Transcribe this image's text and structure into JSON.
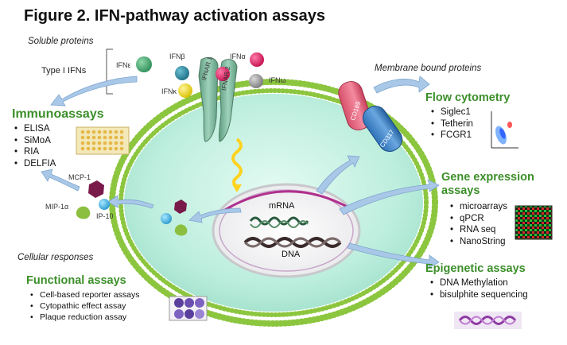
{
  "title": "Figure 2. IFN-pathway activation assays",
  "soluble_proteins": "Soluble proteins",
  "membrane_bound_proteins": "Membrane bound proteins",
  "type1_ifns": "Type I IFNs",
  "ifn_labels": {
    "ifne": "IFNε",
    "ifnb": "IFNβ",
    "ifnk": "IFNκ",
    "ifna": "IFNα",
    "ifnw": "IFNω"
  },
  "receptor": {
    "ifnar1": "IFNAR 1",
    "ifnar2": "IFNAR 2"
  },
  "markers": {
    "cd169": "CD169",
    "cd317": "CD317"
  },
  "nucleus": {
    "mrna": "mRNA",
    "dna": "DNA"
  },
  "cytokines": {
    "mcp1": "MCP-1",
    "mip1a": "MIP-1α",
    "ip10": "IP-10"
  },
  "cellular_responses": "Cellular responses",
  "immunoassays": {
    "heading": "Immunoassays",
    "items": [
      "ELISA",
      "SiMoA",
      "RIA",
      "DELFIA"
    ]
  },
  "flow_cytometry": {
    "heading": "Flow cytometry",
    "items": [
      "Siglec1",
      "Tetherin",
      "FCGR1"
    ]
  },
  "gene_expression": {
    "heading_line1": "Gene expression",
    "heading_line2": "assays",
    "items": [
      "microarrays",
      "qPCR",
      "RNA seq",
      "NanoString"
    ]
  },
  "epigenetic_assays": {
    "heading": "Epigenetic assays",
    "items": [
      "DNA Methylation",
      "bisulphite sequencing"
    ]
  },
  "functional_assays": {
    "heading": "Functional assays",
    "items": [
      "Cell-based reporter assays",
      "Cytopathic effect assay",
      "Plaque reduction assay"
    ]
  },
  "colors": {
    "heading_green": "#3c8f2a",
    "cell_fill": "#b9eedb",
    "membrane": "#8cc63f",
    "arrow": "#a9c8e8"
  }
}
